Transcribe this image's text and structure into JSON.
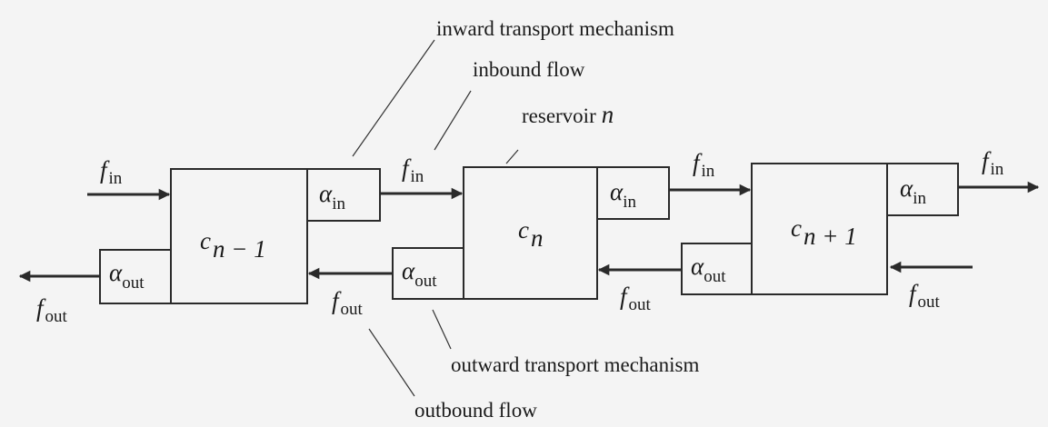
{
  "annotations": {
    "inward_transport": "inward transport mechanism",
    "inbound_flow": "inbound flow",
    "reservoir": "reservoir",
    "reservoir_var": "n",
    "outward_transport": "outward transport mechanism",
    "outbound_flow": "outbound flow"
  },
  "symbols": {
    "f": "f",
    "c": "c",
    "alpha": "α",
    "in": "in",
    "out": "out"
  },
  "reservoirs": [
    {
      "sub": "n − 1"
    },
    {
      "sub": "n"
    },
    {
      "sub": "n + 1"
    }
  ]
}
